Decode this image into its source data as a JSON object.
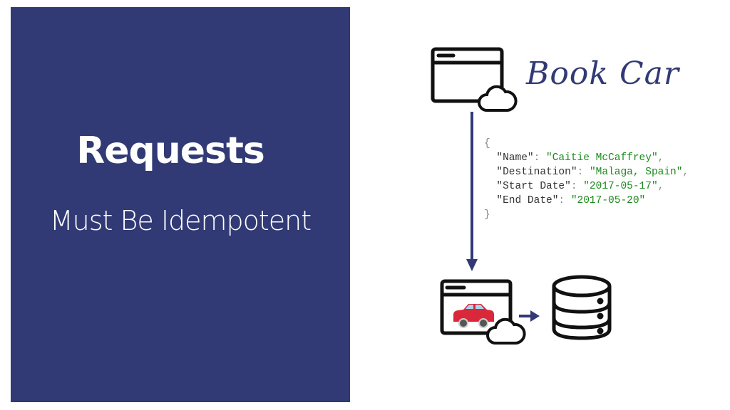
{
  "slide": {
    "title": "Requests",
    "subtitle": "Must Be Idempotent",
    "diagram_label": "Book Car",
    "request_json": {
      "open": "{",
      "close": "}",
      "fields": [
        {
          "key": "\"Name\"",
          "value": "\"Caitie McCaffrey\"",
          "sep": ","
        },
        {
          "key": "\"Destination\"",
          "value": "\"Malaga, Spain\"",
          "sep": ","
        },
        {
          "key": "\"Start Date\"",
          "value": "\"2017-05-17\"",
          "sep": ","
        },
        {
          "key": "\"End Date\"",
          "value": "\"2017-05-20\"",
          "sep": ""
        }
      ]
    },
    "colors": {
      "panel": "#323a75",
      "string": "#1d8a1d",
      "arrow": "#323a75"
    }
  }
}
